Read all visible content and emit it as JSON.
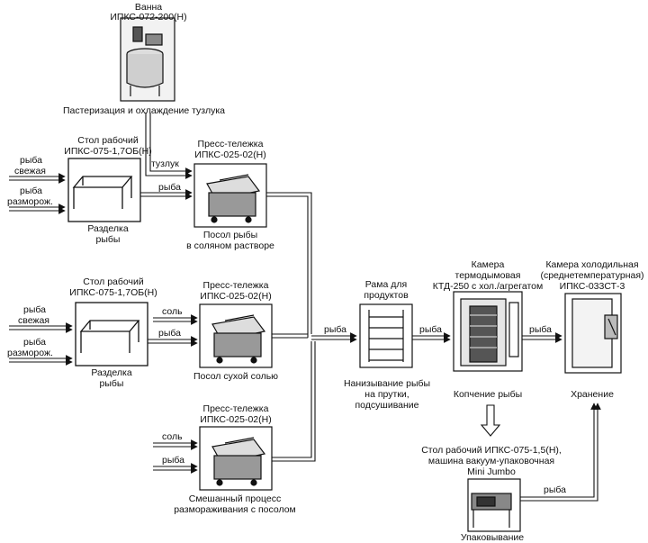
{
  "nodes": {
    "bath": {
      "title": "Ванна",
      "model": "ИПКС-072-200(Н)",
      "process": "Пастеризация и охлаждение  тузлука"
    },
    "table1": {
      "title": "Стол рабочий",
      "model": "ИПКС-075-1,7ОБ(Н)",
      "process1": "Разделка",
      "process2": "рыбы"
    },
    "table2": {
      "title": "Стол рабочий",
      "model": "ИПКС-075-1,7ОБ(Н)",
      "process1": "Разделка",
      "process2": "рыбы"
    },
    "cart1": {
      "title": "Пресс-тележка",
      "model": "ИПКС-025-02(Н)",
      "process1": "Посол рыбы",
      "process2": "в соляном растворе"
    },
    "cart2": {
      "title": "Пресс-тележка",
      "model": "ИПКС-025-02(Н)",
      "process1": "Посол сухой солью"
    },
    "cart3": {
      "title": "Пресс-тележка",
      "model": "ИПКС-025-02(Н)",
      "process1": "Смешанный процесс",
      "process2": "размораживания с посолом"
    },
    "rack": {
      "title1": "Рама для",
      "title2": "продуктов",
      "process1": "Нанизывание рыбы",
      "process2": "на прутки,",
      "process3": "подсушивание"
    },
    "smoker": {
      "title1": "Камера",
      "title2": "термодымовая",
      "title3": "КТД-250 с хол./агрегатом",
      "process": "Копчение рыбы"
    },
    "cold": {
      "title1": "Камера холодильная",
      "title2": "(среднетемпературная)",
      "title3": "ИПКС-033СТ-3",
      "process": "Хранение"
    },
    "pack": {
      "title1": "Стол рабочий ИПКС-075-1,5(Н),",
      "title2": "машина вакуум-упаковочная",
      "title3": "Mini Jumbo",
      "process": "Упаковывание"
    }
  },
  "edge_labels": {
    "fresh1": "рыба",
    "fresh1b": "свежая",
    "thawed1": "рыба",
    "thawed1b": "разморож.",
    "fresh2": "рыба",
    "fresh2b": "свежая",
    "thawed2": "рыба",
    "thawed2b": "разморож.",
    "brine": "тузлук",
    "fish_t1_c1": "рыба",
    "salt_c2": "соль",
    "fish_t2_c2": "рыба",
    "salt_c3": "соль",
    "fish_c3": "рыба",
    "fish_to_rack": "рыба",
    "fish_rack_smoker": "рыба",
    "fish_smoker_cold": "рыба",
    "fish_pack_cold": "рыба"
  }
}
